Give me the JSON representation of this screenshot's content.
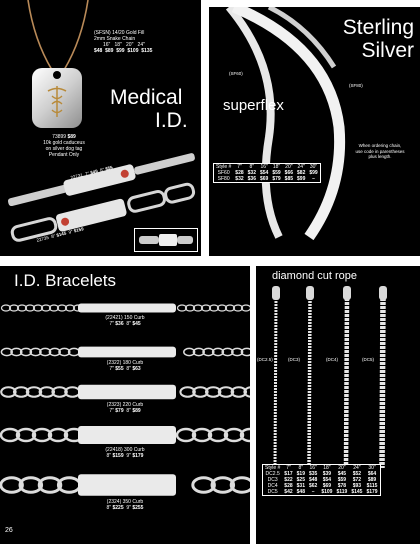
{
  "medical": {
    "title_line1": "Medical",
    "title_line2": "I.D.",
    "snake_chain": {
      "code": "(SFSN)",
      "desc1": "14/20 Gold Fill",
      "desc2": "2mm Snake Chain",
      "lengths": [
        "16\"",
        "18\"",
        "20\"",
        "24\""
      ],
      "prices": [
        "$48",
        "$89",
        "$99",
        "$109",
        "$135"
      ]
    },
    "tag": {
      "code": "73899",
      "price": "$89",
      "line1": "10k gold caduceus",
      "line2": "on silver dog tag",
      "line3": "Pendant Only"
    },
    "bracelet1": {
      "code": "22731",
      "lengths": [
        "7\"",
        "8\""
      ],
      "prices": [
        "$49",
        "$55"
      ]
    },
    "bracelet2": {
      "code": "22735",
      "lengths": [
        "8\"",
        "9\""
      ],
      "prices": [
        "$145",
        "$159"
      ]
    }
  },
  "sterling": {
    "title_line1": "Sterling",
    "title_line2": "Silver",
    "style_label": "superflex",
    "label_sf60": "(SF60)",
    "label_sf80": "(SF80)",
    "note1": "When ordering chain,",
    "note2": "use code in parentheses",
    "note3": "plus length.",
    "table": {
      "header": [
        "Style #",
        "7\"",
        "8\"",
        "16\"",
        "18\"",
        "20\"",
        "24\"",
        "30\""
      ],
      "rows": [
        [
          "SF60",
          "$28",
          "$32",
          "$54",
          "$59",
          "$66",
          "$82",
          "$99"
        ],
        [
          "SF80",
          "$32",
          "$36",
          "$69",
          "$79",
          "$85",
          "$99",
          "–"
        ]
      ]
    }
  },
  "bracelets": {
    "title": "I.D. Bracelets",
    "page_number": "26",
    "items": [
      {
        "code": "(22421)",
        "desc": "150 Curb",
        "lengths": [
          "7\"",
          "8\""
        ],
        "prices": [
          "$36",
          "$45"
        ]
      },
      {
        "code": "(2322)",
        "desc": "180 Curb",
        "lengths": [
          "7\"",
          "8\""
        ],
        "prices": [
          "$55",
          "$63"
        ]
      },
      {
        "code": "(2323)",
        "desc": "220 Curb",
        "lengths": [
          "7\"",
          "8\""
        ],
        "prices": [
          "$79",
          "$89"
        ]
      },
      {
        "code": "(22418)",
        "desc": "300 Curb",
        "lengths": [
          "8\"",
          "9\""
        ],
        "prices": [
          "$159",
          "$179"
        ]
      },
      {
        "code": "(2324)",
        "desc": "350 Curb",
        "lengths": [
          "8\"",
          "9\""
        ],
        "prices": [
          "$225",
          "$255"
        ]
      }
    ]
  },
  "rope": {
    "title": "diamond cut rope",
    "labels": [
      "(DC2.5)",
      "(DC3)",
      "(DC4)",
      "(DC5)"
    ],
    "table": {
      "header": [
        "Style #",
        "7\"",
        "8\"",
        "16\"",
        "18\"",
        "20\"",
        "24\"",
        "30\""
      ],
      "rows": [
        [
          "DC2.5",
          "$17",
          "$19",
          "$35",
          "$39",
          "$45",
          "$52",
          "$64"
        ],
        [
          "DC3",
          "$22",
          "$25",
          "$48",
          "$54",
          "$59",
          "$72",
          "$89"
        ],
        [
          "DC4",
          "$28",
          "$31",
          "$62",
          "$69",
          "$78",
          "$93",
          "$115"
        ],
        [
          "DC5",
          "$42",
          "$48",
          "–",
          "$109",
          "$119",
          "$145",
          "$179"
        ]
      ]
    }
  }
}
